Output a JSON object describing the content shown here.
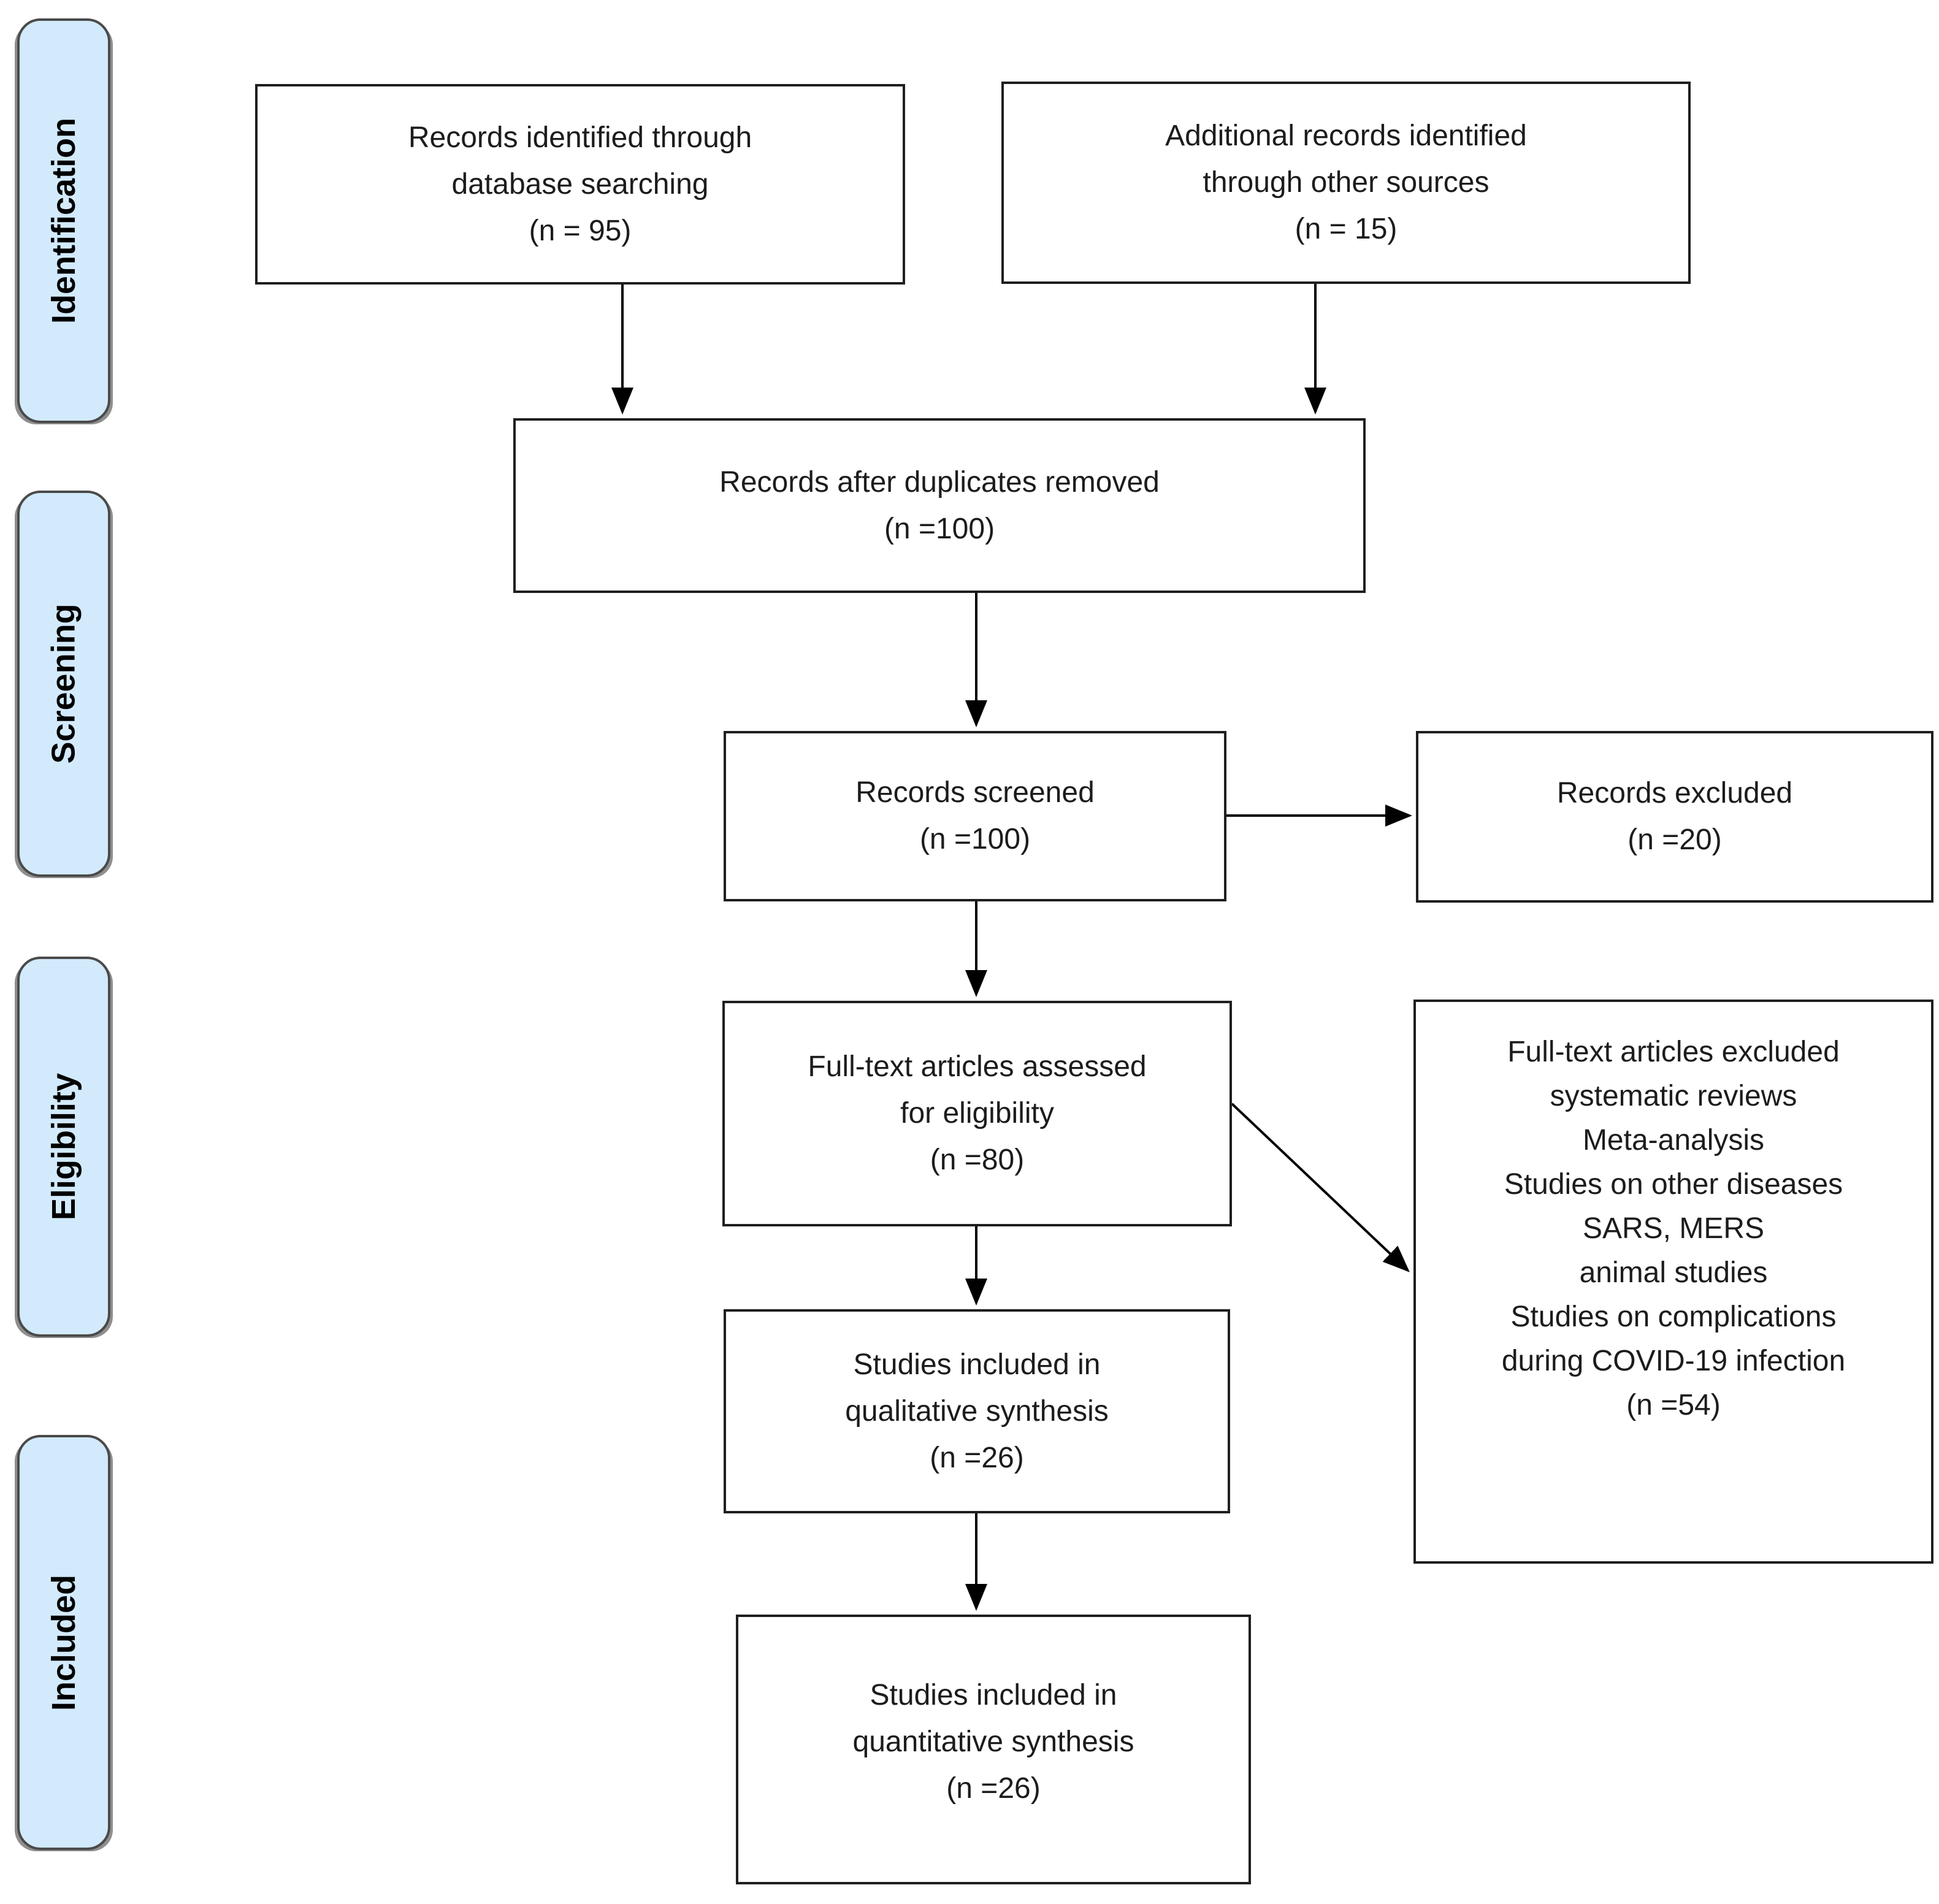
{
  "colors": {
    "stage_fill": "#d2eafc",
    "stage_border": "#4a4a4a",
    "flow_box_fill": "#ffffff",
    "flow_box_border": "#1f1f1f",
    "arrow": "#000000"
  },
  "stages": {
    "identification": "Identification",
    "screening": "Screening",
    "eligibility": "Eligibility",
    "included": "Included"
  },
  "boxes": {
    "records_identified": "Records identified through\ndatabase searching\n(n = 95)",
    "additional_records": "Additional records identified\nthrough other sources\n(n = 15)",
    "after_duplicates": "Records after duplicates removed\n(n =100)",
    "records_screened": "Records screened\n(n =100)",
    "records_excluded": "Records excluded\n(n =20)",
    "fulltext_assessed": "Full-text articles assessed\nfor eligibility\n(n =80)",
    "fulltext_excluded": "Full-text articles excluded\nsystematic reviews\nMeta-analysis\nStudies on other diseases\nSARS, MERS\nanimal studies\nStudies on complications\nduring COVID-19 infection\n(n =54)",
    "qualitative_synthesis": "Studies included in\nqualitative synthesis\n(n =26)",
    "quantitative_synthesis": "Studies included in\nquantitative synthesis\n(n =26)"
  }
}
